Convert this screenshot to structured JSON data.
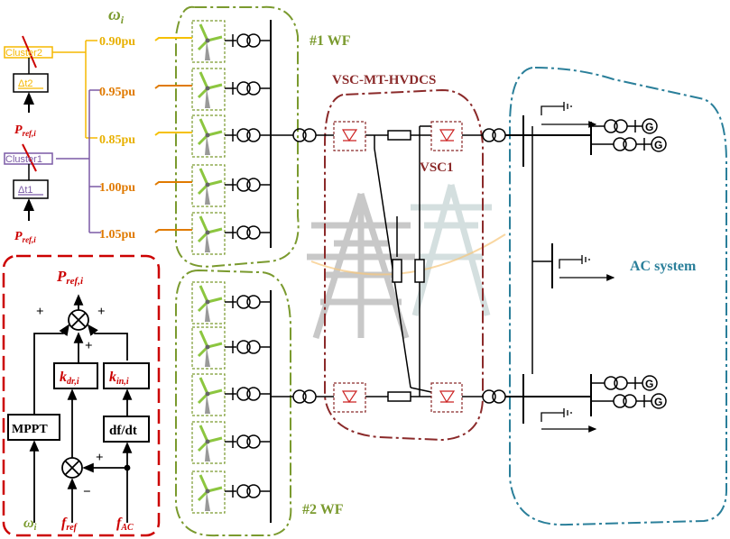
{
  "omega_top": "ω",
  "omega_top_sub": "i",
  "wf1_label": "#1 WF",
  "wf2_label": "#2 WF",
  "hvdc_label": "VSC-MT-HVDCS",
  "vsc1_label": "VSC1",
  "ac_label": "AC system",
  "cluster2_label": "Cluster2",
  "cluster1_label": "Cluster1",
  "dt2_label": "Δt2",
  "dt1_label": "Δt1",
  "pref_letter": "P",
  "pref_sub": "ref,i",
  "turbine_speeds": [
    "0.90pu",
    "0.95pu",
    "0.85pu",
    "1.00pu",
    "1.05pu"
  ],
  "mppt_label": "MPPT",
  "kdr_letter": "k",
  "kdr_sub": "dr,i",
  "kin_letter": "k",
  "kin_sub": "in,i",
  "dfdt_label": "df/dt",
  "plus_sign": "+",
  "minus_sign": "−",
  "omega_in": "ω",
  "omega_in_sub": "i",
  "fref_letter": "f",
  "fref_sub": "ref",
  "fac_letter": "f",
  "fac_sub": "AC",
  "gen_symbol": "G",
  "colors": {
    "wf_green": "#7a9a2e",
    "hvdc_red": "#8b2a2a",
    "ac_teal": "#2a7f9a",
    "cluster2": "#f5b800",
    "cluster1": "#7b5aa6",
    "speed_text": "#e07a00",
    "control_red": "#cc0000",
    "blade_green": "#8cc63f"
  }
}
